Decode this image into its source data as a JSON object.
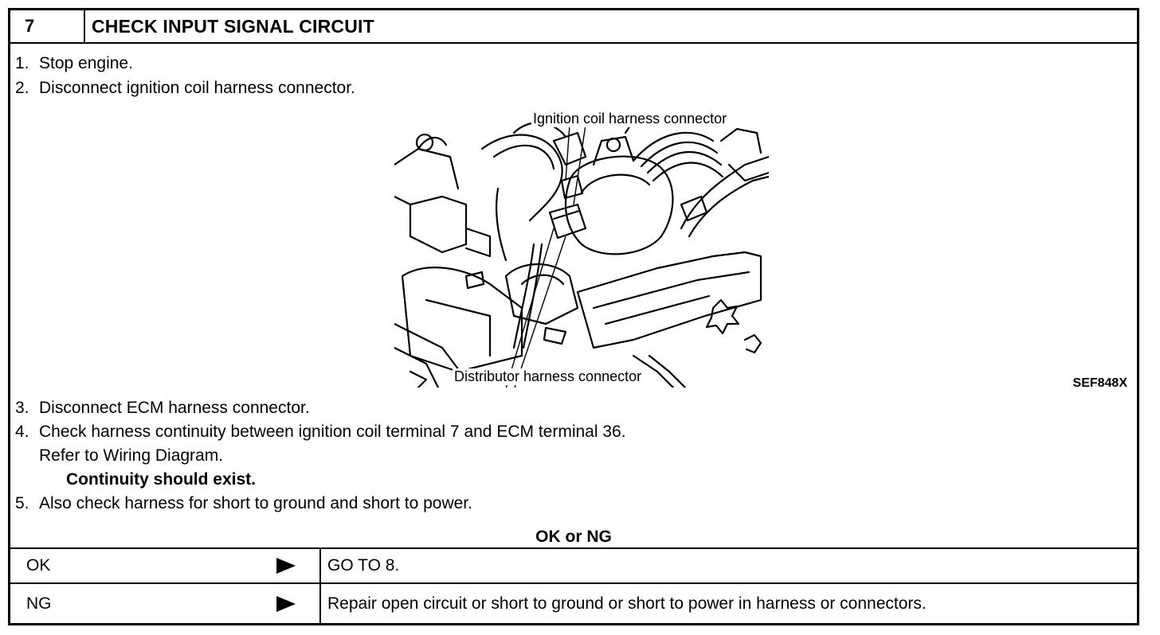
{
  "step": {
    "number": "7",
    "title": "CHECK INPUT SIGNAL CIRCUIT"
  },
  "instructions": {
    "s1_num": "1.",
    "s1_text": "Stop engine.",
    "s2_num": "2.",
    "s2_text": "Disconnect ignition coil harness connector.",
    "s3_num": "3.",
    "s3_text": "Disconnect ECM harness connector.",
    "s4_num": "4.",
    "s4_text": "Check harness continuity between ignition coil terminal 7 and ECM terminal 36.",
    "s4_text2": "Refer to Wiring Diagram.",
    "s4_bold": "Continuity should exist.",
    "s5_num": "5.",
    "s5_text": "Also check harness for short to ground and short to power."
  },
  "figure": {
    "label_top": "Ignition coil harness connector",
    "label_bottom": "Distributor harness connector",
    "figure_id": "SEF848X"
  },
  "result_heading": "OK or NG",
  "results": [
    {
      "label": "OK",
      "action": "GO TO 8."
    },
    {
      "label": "NG",
      "action": "Repair open circuit or short to ground or short to power in harness or connectors."
    }
  ]
}
